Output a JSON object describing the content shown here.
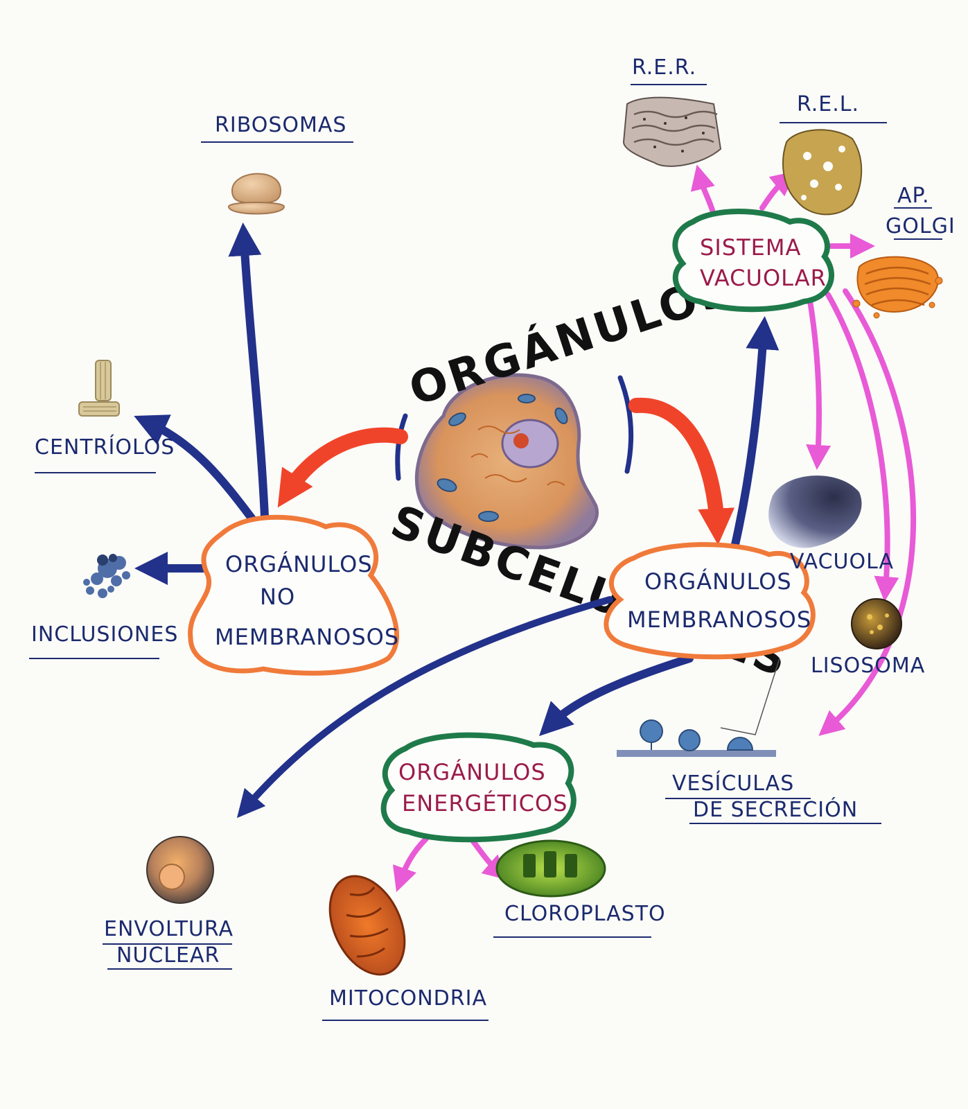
{
  "title": {
    "top": "ORGÁNULOS",
    "bottom": "SUBCELULARES"
  },
  "hubs": {
    "no_membranosos": [
      "ORGÁNULOS",
      "NO",
      "MEMBRANOSOS"
    ],
    "membranosos": [
      "ORGÁNULOS",
      "MEMBRANOSOS"
    ],
    "sistema_vacuolar": [
      "SISTEMA",
      "VACUOLAR"
    ],
    "energeticos": [
      "ORGÁNULOS",
      "ENERGÉTICOS"
    ]
  },
  "labels": {
    "ribosomas": "RIBOSOMAS",
    "centriolos": "CENTRÍOLOS",
    "inclusiones": "INCLUSIONES",
    "rer": "R.E.R.",
    "rel": "R.E.L.",
    "golgi": [
      "AP.",
      "GOLGI"
    ],
    "vacuola": "VACUOLA",
    "lisosoma": "LISOSOMA",
    "vesiculas": [
      "VESÍCULAS",
      "DE SECRECIÓN"
    ],
    "envoltura": [
      "ENVOLTURA",
      "NUCLEAR"
    ],
    "mitocondria": "MITOCONDRIA",
    "cloroplasto": "CLOROPLASTO"
  },
  "colors": {
    "blue_arrow": "#22318a",
    "red_arrow": "#f0442a",
    "pink_arrow": "#e85ad6",
    "orange_cloud": "#f07a3a",
    "green_cloud": "#1f7a4a",
    "label_ink": "#1b2a6e",
    "wine_ink": "#9b1b4a"
  }
}
